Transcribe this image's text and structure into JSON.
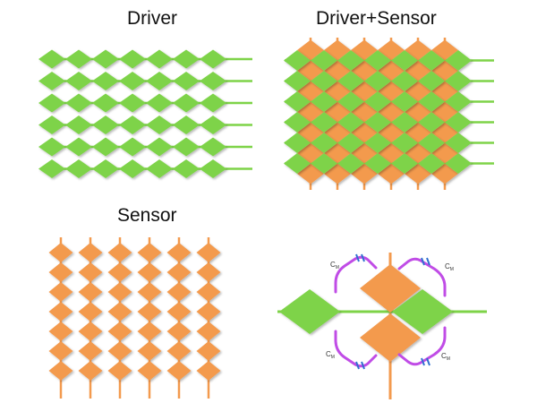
{
  "titles": {
    "driver": "Driver",
    "driver_sensor": "Driver+Sensor",
    "sensor": "Sensor"
  },
  "capacitance_label": {
    "main": "C",
    "sub": "M"
  },
  "colors": {
    "driver": "#7ed348",
    "sensor": "#f39a4e",
    "capacitance_link": "#c04ce6",
    "capacitor_plate": "#2f6fd0",
    "background": "#ffffff"
  },
  "grid": {
    "driver_rows": 6,
    "driver_columns": 7,
    "sensor_rows": 7,
    "sensor_columns": 6
  }
}
